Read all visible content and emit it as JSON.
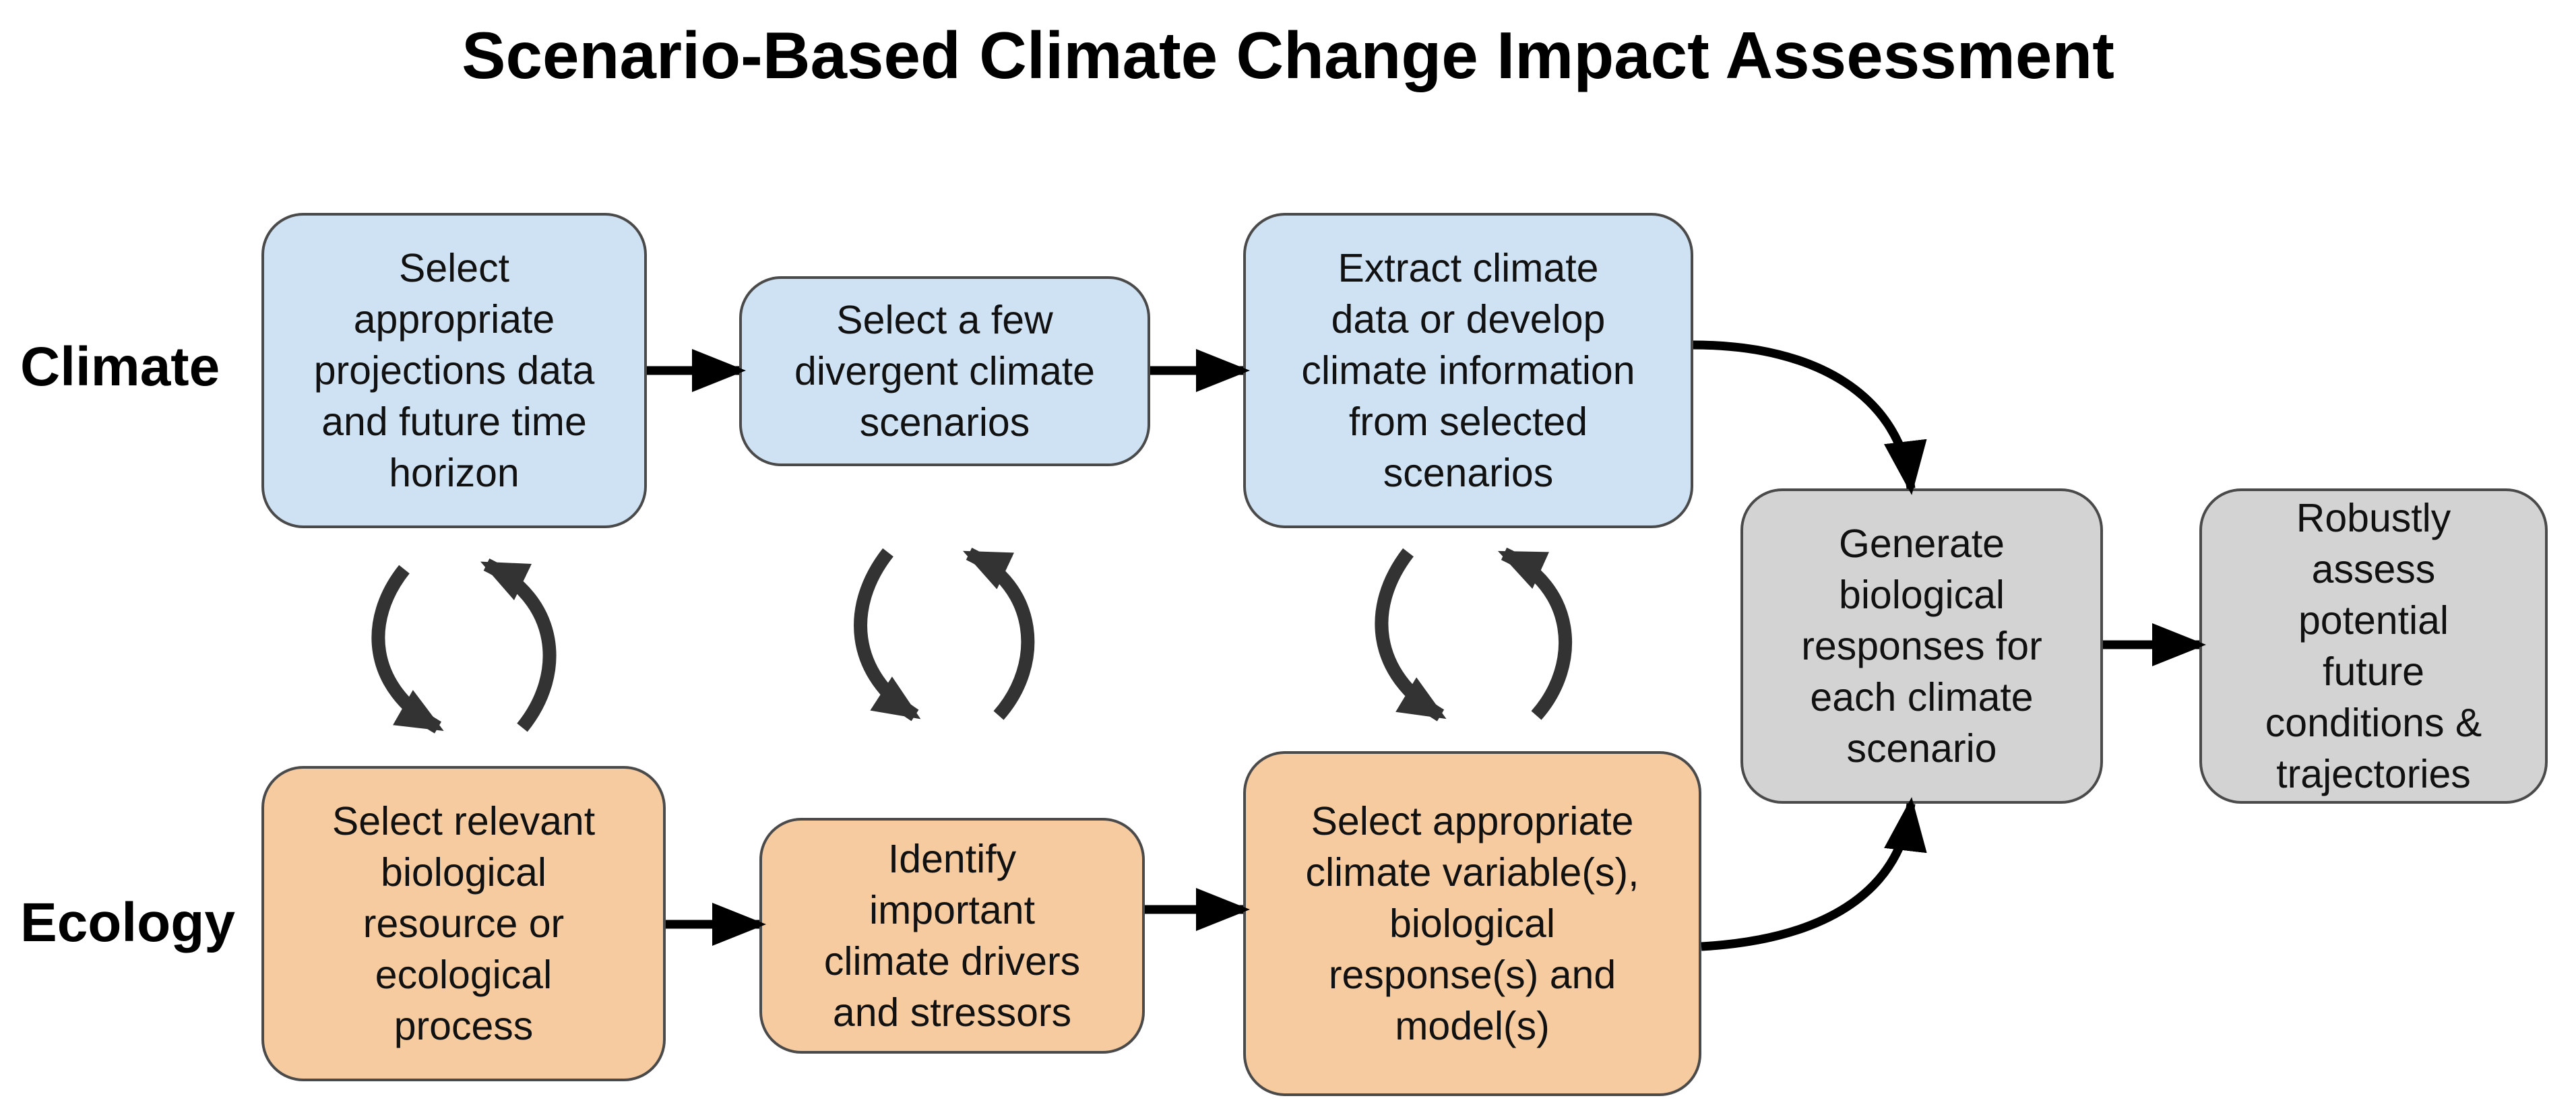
{
  "title": "Scenario-Based Climate Change Impact Assessment",
  "rows": {
    "climate": "Climate",
    "ecology": "Ecology"
  },
  "colors": {
    "climate_fill": "#cfe2f3",
    "ecology_fill": "#f6cba0",
    "outcome_fill": "#d3d3d3",
    "border": "#4a4a4a",
    "arrow": "#000000",
    "cycle_arrow": "#333333"
  },
  "boxes": {
    "c1": "Select\nappropriate\nprojections data\nand future time\nhorizon",
    "c2": "Select a few\ndivergent climate\nscenarios",
    "c3": "Extract climate\ndata or develop\nclimate information\nfrom selected\nscenarios",
    "e1": "Select relevant\nbiological\nresource or\necological\nprocess",
    "e2": "Identify\nimportant\nclimate drivers\nand stressors",
    "e3": "Select appropriate\nclimate variable(s),\nbiological\nresponse(s) and\nmodel(s)",
    "g1": "Generate\nbiological\nresponses for\neach climate\nscenario",
    "g2": "Robustly\nassess\npotential\nfuture\nconditions &\ntrajectories"
  }
}
